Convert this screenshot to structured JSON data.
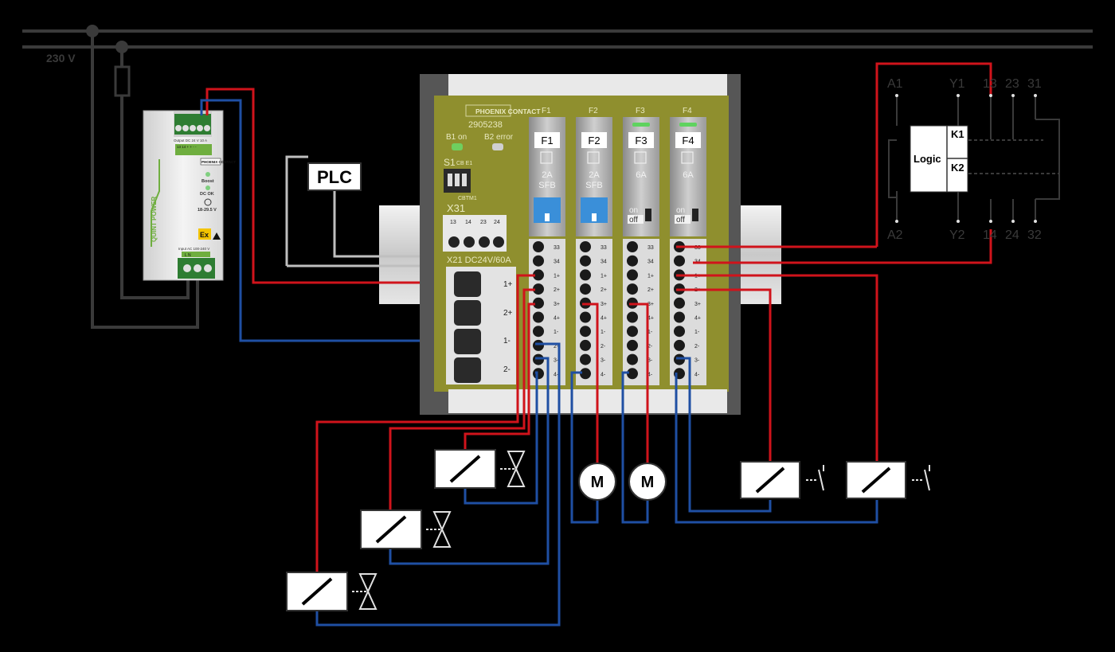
{
  "supply": {
    "mains_label": "230 V"
  },
  "power_supply": {
    "output_label": "Output DC 24 V  10 A",
    "output_terminals": "13 14 + + - -",
    "brand": "PHOENIX CONTACT",
    "led_boost": "Boost",
    "led_dcok": "DC OK",
    "voltage_range": "18-29.5 V",
    "product_line": "QUINT POWER",
    "ex_mark": "Ex",
    "input_label": "Input AC 100-240 V",
    "input_terminals": "L N"
  },
  "plc": {
    "label": "PLC"
  },
  "module": {
    "brand": "PHOENIX CONTACT",
    "part_number": "2905238",
    "led_b1": "B1 on",
    "led_b2": "B2 error",
    "switch_label": "S1",
    "switch_sub": "CB E1",
    "switch_bottom": "CBTM1",
    "x31_label": "X31",
    "x31_pins": [
      "13",
      "14",
      "23",
      "24"
    ],
    "x21_label": "X21  DC24V/60A",
    "x21_terminals": [
      "1+",
      "2+",
      "1-",
      "2-"
    ],
    "channels": [
      {
        "top": "F1",
        "tag": "F1",
        "rating": "2A",
        "type": "SFB"
      },
      {
        "top": "F2",
        "tag": "F2",
        "rating": "2A",
        "type": "SFB"
      },
      {
        "top": "F3",
        "tag": "F3",
        "rating": "6A",
        "on": "on",
        "off": "off"
      },
      {
        "top": "F4",
        "tag": "F4",
        "rating": "6A",
        "on": "on",
        "off": "off"
      }
    ],
    "terminal_labels": [
      "33",
      "34",
      "1+",
      "2+",
      "3+",
      "4+",
      "1-",
      "2-",
      "3-",
      "4-"
    ]
  },
  "relay": {
    "top_terminals": [
      "A1",
      "Y1",
      "13",
      "23",
      "31"
    ],
    "bottom_terminals": [
      "A2",
      "Y2",
      "14",
      "24",
      "32"
    ],
    "logic_label": "Logic",
    "k1": "K1",
    "k2": "K2"
  },
  "loads": {
    "motor_label": "M"
  },
  "colors": {
    "positive_wire": "#d0131b",
    "negative_wire": "#1f4fa3",
    "signal_wire": "#bfbfbf",
    "ground_wire": "#8c8c8c",
    "module_housing": "#8f8f2e"
  }
}
